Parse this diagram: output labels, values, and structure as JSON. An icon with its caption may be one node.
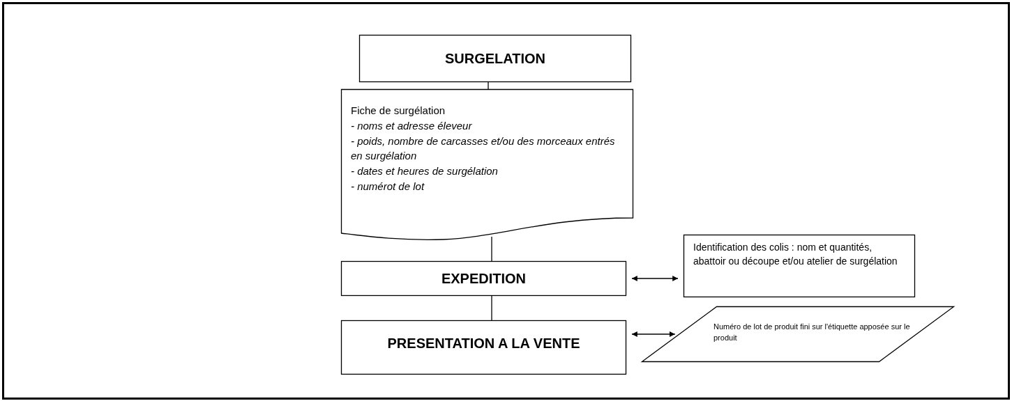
{
  "diagram": {
    "nodes": [
      {
        "text": [
          "SURGELATION"
        ]
      },
      {
        "text": [
          "Fiche de surgélation",
          "- noms et adresse éleveur",
          "- poids, nombre de carcasses et/ou des morceaux entrés en surgélation",
          "- dates et heures de surgélation",
          "- numérot de lot"
        ]
      },
      {
        "text": [
          "EXPEDITION"
        ]
      },
      {
        "text": [
          "Identification des colis : nom et quantités, abattoir ou découpe et/ou atelier de surgélation"
        ]
      },
      {
        "text": [
          "PRESENTATION A LA VENTE"
        ]
      },
      {
        "text": [
          "Numéro de  lot de produit fini sur l'étiquette apposée sur le produit"
        ]
      }
    ],
    "edges": [
      {
        "from": 0,
        "to": 1,
        "arrow": "none"
      },
      {
        "from": 1,
        "to": 2,
        "arrow": "none"
      },
      {
        "from": 2,
        "to": 4,
        "arrow": "none"
      },
      {
        "from": 2,
        "to": 3,
        "arrow": "both"
      },
      {
        "from": 4,
        "to": 5,
        "arrow": "both"
      }
    ]
  }
}
